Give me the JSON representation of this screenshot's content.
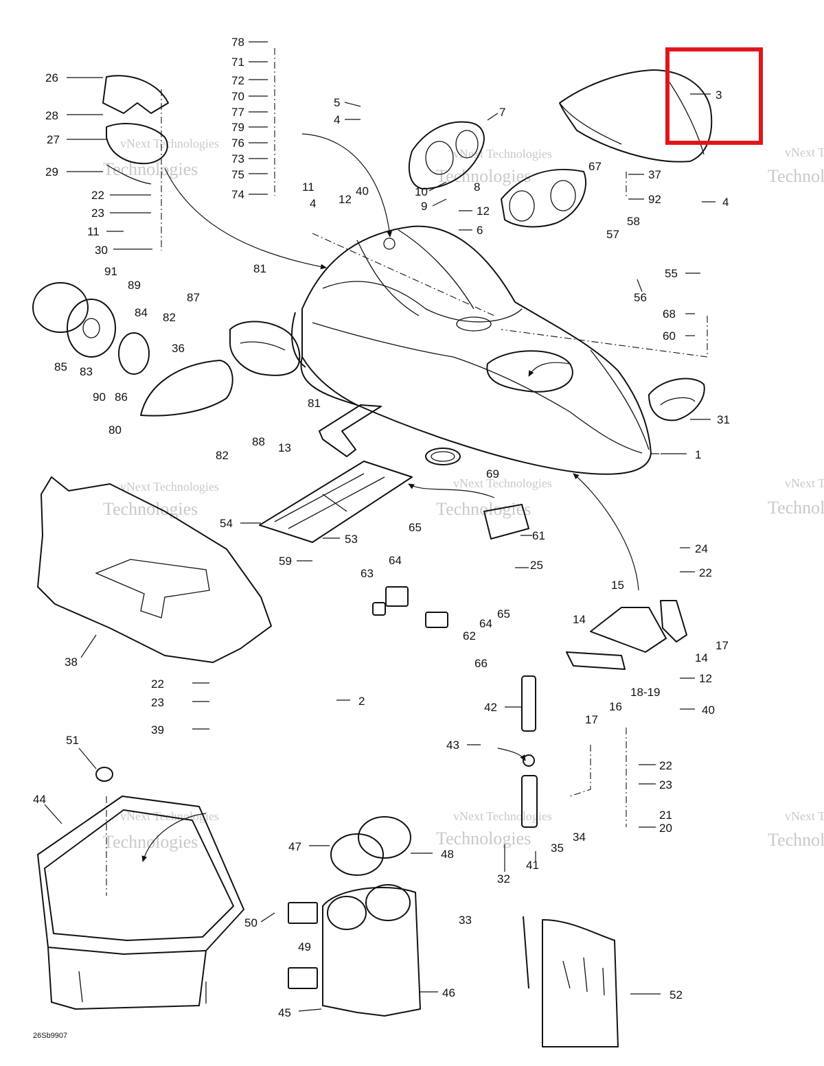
{
  "figure_code": "26Sb9907",
  "watermark": {
    "line1": "vNext Technologies",
    "line2": "Technologies"
  },
  "highlight": {
    "label": "3",
    "color": "#e0161b"
  },
  "callouts": [
    "26",
    "28",
    "27",
    "29",
    "22",
    "23",
    "11",
    "30",
    "78",
    "71",
    "72",
    "70",
    "77",
    "79",
    "76",
    "73",
    "75",
    "74",
    "11",
    "5",
    "4",
    "7",
    "10",
    "8",
    "9",
    "12",
    "6",
    "67",
    "3",
    "37",
    "92",
    "4",
    "4",
    "12",
    "40",
    "58",
    "57",
    "55",
    "56",
    "68",
    "60",
    "91",
    "89",
    "84",
    "85",
    "83",
    "90",
    "86",
    "87",
    "82",
    "81",
    "36",
    "80",
    "81",
    "82",
    "88",
    "13",
    "1",
    "31",
    "69",
    "54",
    "53",
    "59",
    "61",
    "65",
    "64",
    "63",
    "25",
    "65",
    "64",
    "62",
    "24",
    "22",
    "15",
    "14",
    "17",
    "14",
    "66",
    "12",
    "18-19",
    "16",
    "40",
    "17",
    "42",
    "43",
    "22",
    "23",
    "21",
    "20",
    "35",
    "34",
    "41",
    "32",
    "38",
    "22",
    "23",
    "39",
    "2",
    "51",
    "44",
    "47",
    "48",
    "50",
    "49",
    "33",
    "45",
    "46",
    "52"
  ]
}
